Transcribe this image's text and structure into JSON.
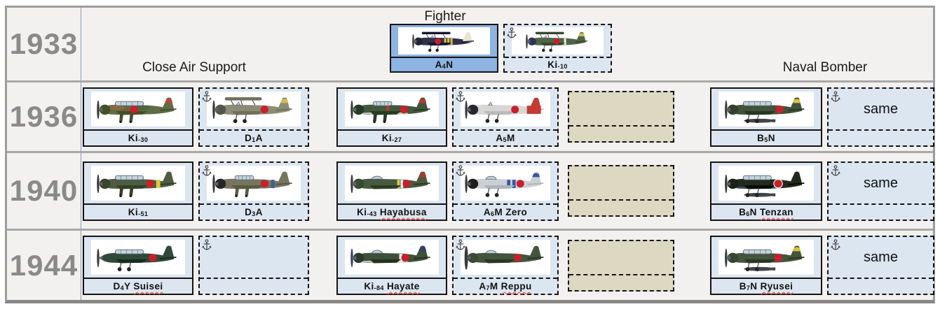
{
  "header": {
    "fighter_label": "Fighter",
    "close_air_support_label": "Close Air Support",
    "naval_bomber_label": "Naval Bomber"
  },
  "same_label": "same",
  "colors": {
    "page_bg": "#ffffff",
    "table_bg": "#f2f1ef",
    "card_blue": "#dce6f1",
    "card_blue_strong": "#8db4e2",
    "placeholder_tan": "#ddd8c2",
    "year_text": "#8a8a8a",
    "outer_border": "#9c9c9c",
    "year_divider": "#8b9ab8",
    "roundel_red": "#c8202a",
    "squiggle_red": "#e04038"
  },
  "rows": [
    {
      "year": "1933",
      "cells": [
        {
          "id": "a4n",
          "kind": "aircraft",
          "slot": "f1",
          "style": "solid",
          "anchor": false,
          "strong": true,
          "label": [
            {
              "t": "A"
            },
            {
              "t": "4",
              "sub": true
            },
            {
              "t": "N"
            }
          ],
          "art": {
            "wings": "bi",
            "body": "#30324a",
            "cowl": "#22243a",
            "tail": "#e9e4cd",
            "canopy": "open",
            "gear": "wheels",
            "roundelX": 54,
            "bands": [
              {
                "x": 66,
                "w": 4,
                "c": "#e2c23c"
              },
              {
                "x": 72,
                "w": 4,
                "c": "#e2c23c"
              },
              {
                "x": 78,
                "w": 4,
                "c": "#e2c23c"
              }
            ]
          }
        },
        {
          "id": "ki-10",
          "kind": "aircraft",
          "slot": "f2",
          "style": "dashed",
          "anchor": true,
          "label": [
            {
              "t": "Ki"
            },
            {
              "t": "-10",
              "sub": true
            }
          ],
          "art": {
            "wings": "bi",
            "body": "#50644a",
            "cowl": "#2e3354",
            "canopy": "open",
            "gear": "wheels",
            "roundelX": 64,
            "tailTip": "#d2c040",
            "bands": [
              {
                "x": 78,
                "w": 4,
                "c": "#eeeeee"
              }
            ]
          }
        }
      ]
    },
    {
      "year": "1936",
      "cells": [
        {
          "id": "ki-30",
          "kind": "aircraft",
          "slot": "s0",
          "style": "solid",
          "anchor": false,
          "label": [
            {
              "t": "Ki"
            },
            {
              "t": "-30",
              "sub": true
            }
          ],
          "art": {
            "wings": "mono",
            "body": "#5f6c46",
            "camo": [
              "#8a6a42",
              "#7c5c3a",
              "#4c6240"
            ],
            "canopy": "greenhouse",
            "canopyLong": true,
            "gear": "spats",
            "roundelX": 60,
            "tailTip": "#c24238"
          }
        },
        {
          "id": "d1a",
          "kind": "aircraft",
          "slot": "s1",
          "style": "dashed",
          "anchor": true,
          "label": [
            {
              "t": "D"
            },
            {
              "t": "1",
              "sub": true
            },
            {
              "t": "A"
            }
          ],
          "art": {
            "wings": "bi",
            "body": "#8c8c76",
            "cowl": "#55554a",
            "canopy": "open",
            "gear": "wheels",
            "roundelX": 82,
            "tailTip": "#d2bc4a"
          }
        },
        {
          "id": "ki-27",
          "kind": "aircraft",
          "slot": "s2",
          "style": "solid",
          "anchor": false,
          "label": [
            {
              "t": "Ki"
            },
            {
              "t": "-27",
              "sub": true
            }
          ],
          "art": {
            "wings": "mono",
            "body": "#42583e",
            "belly": "#c6cbc4",
            "canopy": "greenhouse",
            "gear": "spats",
            "roundelX": 84,
            "tailTip": "#b53a30",
            "bands": [
              {
                "x": 58,
                "w": 4,
                "c": "#b53a30"
              }
            ]
          }
        },
        {
          "id": "a5m",
          "kind": "aircraft",
          "slot": "s3",
          "style": "dashed",
          "anchor": true,
          "label": [
            {
              "t": "A"
            },
            {
              "t": "5",
              "sub": true
            },
            {
              "t": "M"
            }
          ],
          "art": {
            "wings": "mono",
            "body": "#d6d6d4",
            "cowl": "#28282a",
            "canopy": "open",
            "gear": "wheels",
            "roundelX": 80,
            "tail": "#c33b32",
            "bands": [
              {
                "x": 98,
                "w": 21,
                "c": "#c33b32"
              }
            ]
          }
        },
        {
          "id": "placeholder-1936",
          "kind": "tan",
          "slot": "s4",
          "style": "dashed",
          "anchor": false
        },
        {
          "id": "b5n",
          "kind": "aircraft",
          "slot": "s5",
          "style": "solid",
          "anchor": false,
          "label": [
            {
              "t": "B"
            },
            {
              "t": "5",
              "sub": true
            },
            {
              "t": "N"
            }
          ],
          "art": {
            "wings": "mono",
            "body": "#42523b",
            "cowl": "#323f2c",
            "canopy": "greenhouse",
            "canopyLong": true,
            "gear": "wheels",
            "torpedo": true,
            "roundelX": 86,
            "tailTip": "#d6c23c"
          }
        },
        {
          "id": "same-1936",
          "kind": "same",
          "slot": "s6",
          "style": "dashed",
          "anchor": true
        }
      ]
    },
    {
      "year": "1940",
      "cells": [
        {
          "id": "ki-51",
          "kind": "aircraft",
          "slot": "s0",
          "style": "solid",
          "anchor": false,
          "label": [
            {
              "t": "Ki"
            },
            {
              "t": "-51",
              "sub": true
            }
          ],
          "art": {
            "wings": "mono",
            "body": "#4e5c42",
            "cowl": "#39442f",
            "canopy": "greenhouse",
            "canopyLong": true,
            "gear": "spats",
            "roundelX": 84,
            "bands": [
              {
                "x": 93,
                "w": 6,
                "c": "#dcc93e"
              }
            ]
          }
        },
        {
          "id": "d3a",
          "kind": "aircraft",
          "slot": "s1",
          "style": "dashed",
          "anchor": true,
          "label": [
            {
              "t": "D"
            },
            {
              "t": "3",
              "sub": true
            },
            {
              "t": "A"
            }
          ],
          "art": {
            "wings": "mono",
            "body": "#76765f",
            "cowl": "#26262a",
            "canopy": "greenhouse",
            "gear": "spats",
            "roundelX": 82,
            "bands": [
              {
                "x": 92,
                "w": 5,
                "c": "#3d5ea0"
              }
            ]
          }
        },
        {
          "id": "ki-43",
          "kind": "aircraft",
          "slot": "s2",
          "style": "solid",
          "anchor": false,
          "label": [
            {
              "t": "Ki"
            },
            {
              "t": "-43",
              "sub": true
            },
            {
              "t": " "
            },
            {
              "t": "Hayabusa",
              "wavy": true
            }
          ],
          "art": {
            "wings": "mono",
            "body": "#475a3e",
            "cowl": "#384a32",
            "canopy": "bubble",
            "gear": "none",
            "roundelX": 88,
            "tailTip": "#b53a30",
            "bands": [
              {
                "x": 74,
                "w": 4,
                "c": "#e0d04a"
              },
              {
                "x": 79,
                "w": 4,
                "c": "#ececec"
              }
            ]
          }
        },
        {
          "id": "a6m",
          "kind": "aircraft",
          "slot": "s3",
          "style": "dashed",
          "anchor": true,
          "label": [
            {
              "t": "A"
            },
            {
              "t": "6",
              "sub": true
            },
            {
              "t": "M Zero"
            }
          ],
          "art": {
            "wings": "mono",
            "body": "#cad0d4",
            "cowl": "#1e1e1e",
            "canopy": "bubble",
            "gear": "wheels",
            "roundelX": 88,
            "tailTip": "#3a55a2",
            "bands": [
              {
                "x": 68,
                "w": 5,
                "c": "#3a55a2"
              },
              {
                "x": 76,
                "w": 5,
                "c": "#3a55a2"
              }
            ]
          }
        },
        {
          "id": "placeholder-1940",
          "kind": "tan",
          "slot": "s4",
          "style": "dashed",
          "anchor": false
        },
        {
          "id": "b6n",
          "kind": "aircraft",
          "slot": "s5",
          "style": "solid",
          "anchor": false,
          "label": [
            {
              "t": "B"
            },
            {
              "t": "6",
              "sub": true
            },
            {
              "t": "N "
            },
            {
              "t": "Tenzan",
              "wavy": true
            }
          ],
          "art": {
            "wings": "mono",
            "body": "#24291f",
            "cowl": "#1b2018",
            "belly": "#3c4658",
            "canopy": "greenhouse",
            "canopyLong": true,
            "gear": "wheels",
            "torpedo": true,
            "ring": true,
            "roundelX": 84
          }
        },
        {
          "id": "same-1940",
          "kind": "same",
          "slot": "s6",
          "style": "dashed",
          "anchor": true
        }
      ]
    },
    {
      "year": "1944",
      "cells": [
        {
          "id": "d4y",
          "kind": "aircraft",
          "slot": "s0",
          "style": "solid",
          "anchor": false,
          "label": [
            {
              "t": "D"
            },
            {
              "t": "4",
              "sub": true
            },
            {
              "t": "Y "
            },
            {
              "t": "Suisei",
              "wavy": true
            }
          ],
          "art": {
            "wings": "mono",
            "body": "#31493a",
            "nose": "inline",
            "canopy": "greenhouse",
            "canopyLong": true,
            "gear": "wheels",
            "roundelX": 88
          }
        },
        {
          "id": "empty-1944",
          "kind": "empty",
          "slot": "s1",
          "style": "dashed",
          "anchor": true
        },
        {
          "id": "ki-84",
          "kind": "aircraft",
          "slot": "s2",
          "style": "solid",
          "anchor": false,
          "label": [
            {
              "t": "Ki"
            },
            {
              "t": "-84",
              "sub": true
            },
            {
              "t": " "
            },
            {
              "t": "Hayate",
              "wavy": true
            }
          ],
          "art": {
            "wings": "mono",
            "body": "#3e5039",
            "belly": "#c3c9bd",
            "cowl": "#2c3a2c",
            "canopy": "bubble",
            "gear": "none",
            "roundelX": 86,
            "prop": "#31416e",
            "tailTip": "#33416e",
            "bands": [
              {
                "x": 77,
                "w": 5,
                "c": "#ececec"
              }
            ]
          }
        },
        {
          "id": "a7m",
          "kind": "aircraft",
          "slot": "s3",
          "style": "dashed",
          "anchor": true,
          "label": [
            {
              "t": "A"
            },
            {
              "t": "7",
              "sub": true
            },
            {
              "t": "M "
            },
            {
              "t": "Reppu",
              "wavy": true
            }
          ],
          "art": {
            "wings": "mono",
            "body": "#44553e",
            "cowl": "#394a36",
            "canopy": "bubble",
            "gear": "none",
            "propBig": true,
            "roundelX": 84
          }
        },
        {
          "id": "placeholder-1944",
          "kind": "tan",
          "slot": "s4",
          "style": "dashed",
          "anchor": false
        },
        {
          "id": "b7n",
          "kind": "aircraft",
          "slot": "s5",
          "style": "solid",
          "anchor": false,
          "label": [
            {
              "t": "B"
            },
            {
              "t": "7",
              "sub": true
            },
            {
              "t": "N "
            },
            {
              "t": "Ryusei",
              "wavy": true
            }
          ],
          "art": {
            "wings": "mono",
            "body": "#45553d",
            "cowl": "#35452f",
            "canopy": "greenhouse",
            "canopyLong": true,
            "gear": "wheels",
            "torpedo": true,
            "roundelX": 84,
            "tailTip": "#d6c23c"
          }
        },
        {
          "id": "same-1944",
          "kind": "same",
          "slot": "s6",
          "style": "dashed",
          "anchor": true
        }
      ]
    }
  ]
}
